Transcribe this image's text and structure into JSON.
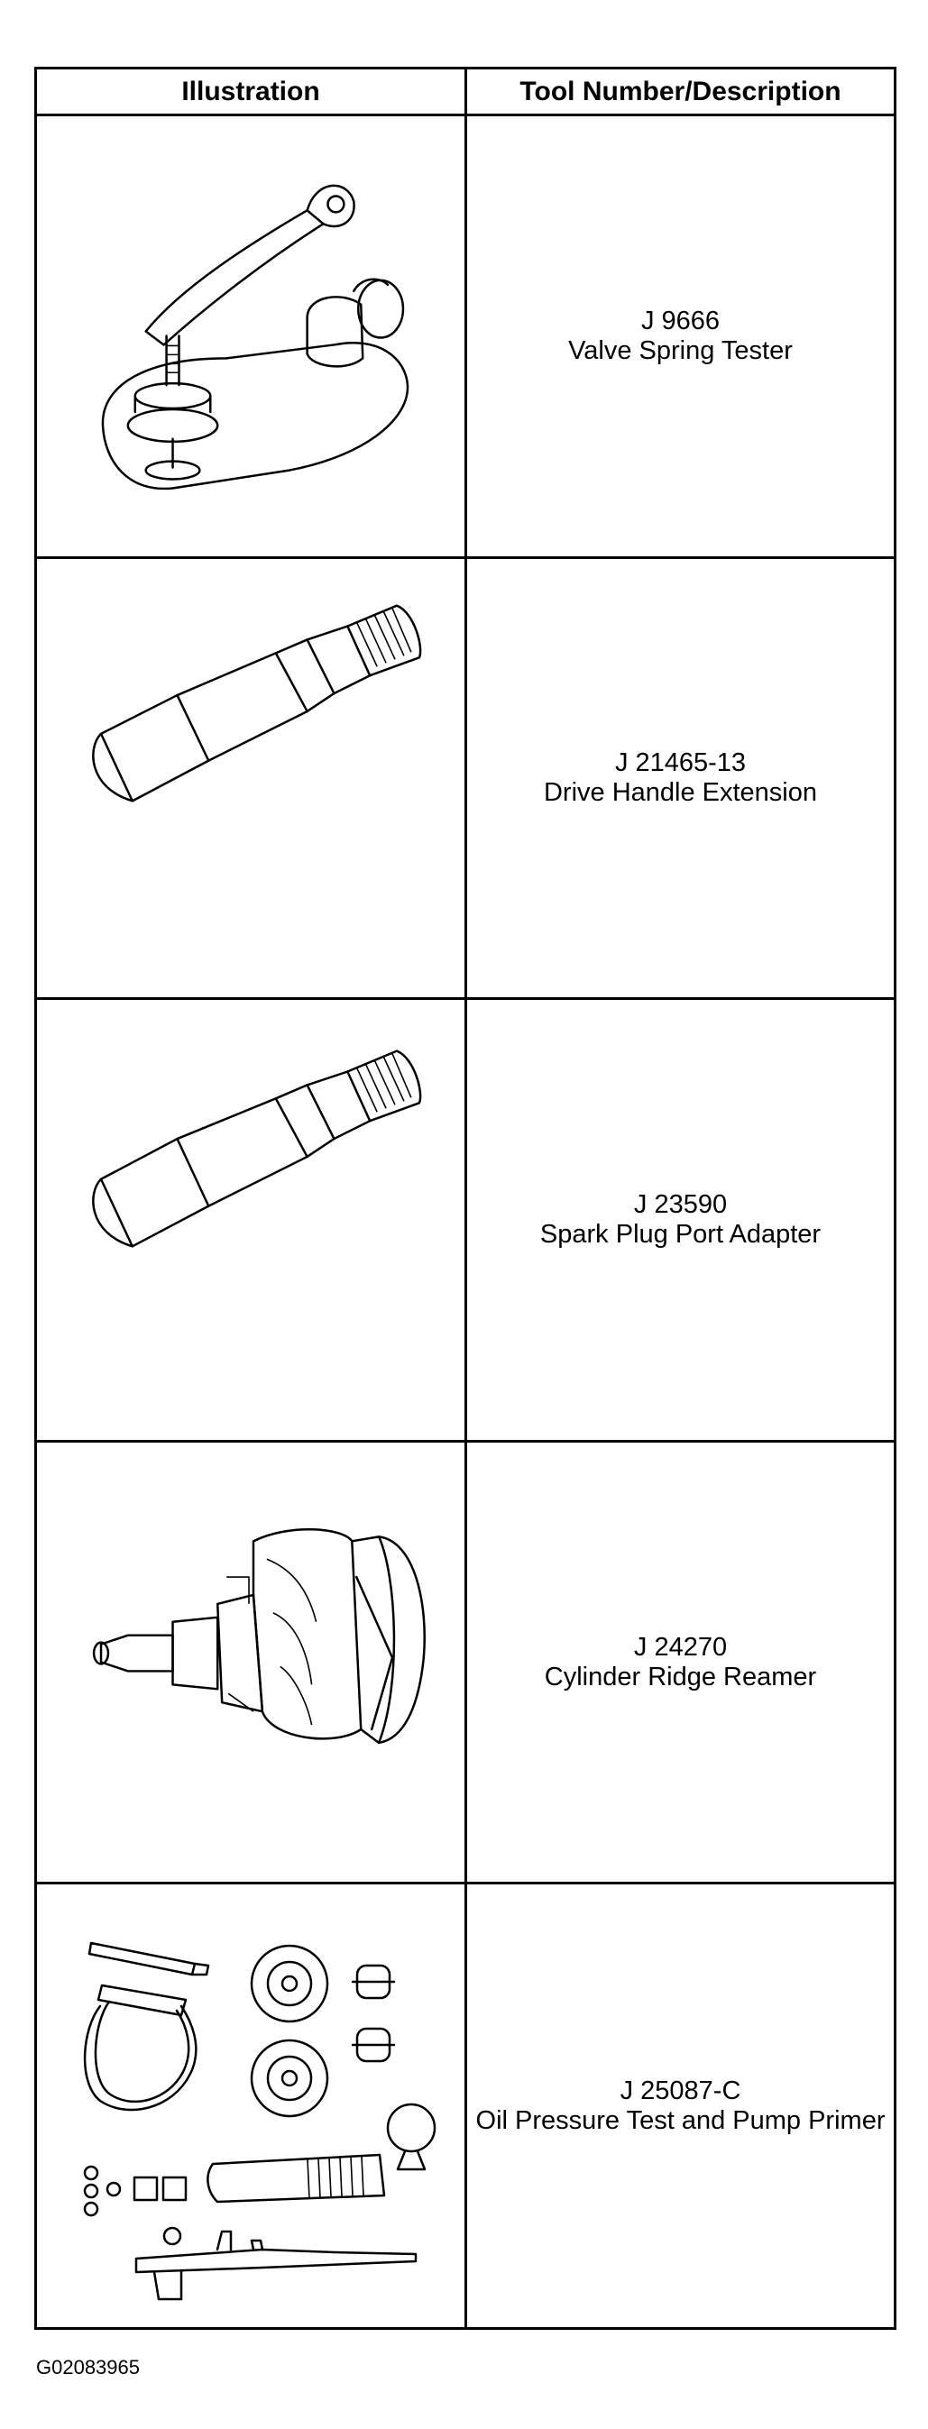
{
  "table": {
    "header": {
      "illustration": "Illustration",
      "tool": "Tool Number/Description"
    },
    "rows": [
      {
        "number": "J 9666",
        "description": "Valve Spring Tester",
        "icon": "valve-spring-tester"
      },
      {
        "number": "J 21465-13",
        "description": "Drive Handle Extension",
        "icon": "drive-handle-extension"
      },
      {
        "number": "J 23590",
        "description": "Spark Plug Port Adapter",
        "icon": "spark-plug-port-adapter"
      },
      {
        "number": "J 24270",
        "description": "Cylinder Ridge Reamer",
        "icon": "cylinder-ridge-reamer"
      },
      {
        "number": "J 25087-C",
        "description": "Oil Pressure Test and Pump Primer",
        "icon": "oil-pressure-test-kit"
      }
    ]
  },
  "figure_id": "G02083965"
}
